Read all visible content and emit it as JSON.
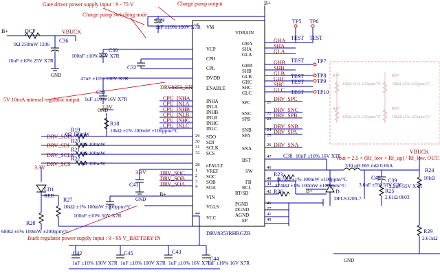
{
  "annotations": {
    "gate_supply": "Gate driver power supply input : 9 - 75 V",
    "cp_output": "Charge pump output",
    "cp_switch": "Charge pump switching node",
    "reg_output": "5V 10mA internal regulator output",
    "buck_supply": "Buck regulator power supply input : 9 - 95 V_BATTERY IN",
    "vout_formula": "Vout = 2.5 × (Rf_low + Rf_up) / Rf_low, OUT: 12V,350m"
  },
  "power": {
    "bplus": "B+",
    "vbuck": "VBUCK",
    "v3v3": "3.3V",
    "gnd": "GND"
  },
  "ic": {
    "part": "DRV8353RHRGZR",
    "pin_top": "+8",
    "left": [
      "VM",
      "VCP",
      "CPH",
      "CPL",
      "DVDD",
      "ENABLE",
      "INHA",
      "INLA",
      "INHB",
      "INLB",
      "INHC",
      "INLC",
      "SDO",
      "SDI",
      "SCLK",
      "SCS",
      "nFAULT",
      "VREF",
      "SOC",
      "SOB",
      "SOA",
      "VIN",
      "VGLS",
      "VCC"
    ],
    "left_num": [
      "29",
      "30",
      "31",
      "32",
      "28",
      "1",
      "2",
      "3",
      "4",
      "44"
    ],
    "right": [
      "VDRAIN",
      "GHA",
      "SHA",
      "GLA",
      "GHB",
      "SHB",
      "GLB",
      "GHC",
      "SHC",
      "GLC",
      "SPC",
      "SNC",
      "SPB",
      "SNB",
      "SPA",
      "SNA",
      "BST",
      "SW",
      "FB",
      "RCL",
      "RT/SD",
      "PGND",
      "DGND",
      "AGND",
      "EP"
    ],
    "right_num": [
      "21",
      "22",
      "23",
      "24",
      "25",
      "26",
      "47",
      "46",
      "48",
      "43",
      "42",
      "45",
      "27",
      "41",
      "49"
    ]
  },
  "nets": {
    "gate": [
      "GHA",
      "SHA",
      "GLA",
      "GHB",
      "SHB",
      "GLB",
      "GHC",
      "SHC",
      "GLC"
    ],
    "sense": [
      "DRV_SPC",
      "DRV_SNC",
      "DRV_SPB",
      "DRV_SNB",
      "DRV_SPA",
      "DRV_SNA"
    ],
    "left": [
      "DRV8353_EN",
      "CPU_INHA",
      "CPU_INLA",
      "CPU_INHB",
      "CPU_INLB",
      "CPU_INHC",
      "CPU_INLC",
      "DRV_SDO",
      "DRV_SDI",
      "DRV_SCLK",
      "DRV_SCS",
      "DRV_SOC",
      "DRV_SOB",
      "DRV_SOA"
    ]
  },
  "testpoints": {
    "tp5": "TP5",
    "tp6": "TP6",
    "tp7": "TP7",
    "tp8": "TP8",
    "tp9": "TP9",
    "tp10": "TP10",
    "test": "TEST"
  },
  "parts": {
    "dcp": {
      "ref": "DCP",
      "value": "0Ω 250mW 1206"
    },
    "c36": {
      "ref": "C36",
      "value": "10uF ±10% 25V X7R"
    },
    "c24": {
      "ref": "C24",
      "value": "1uF ±10% 100V X7R"
    },
    "c30": {
      "ref": "C30",
      "value": "100nF ±10% 25V X7R"
    },
    "c32": {
      "ref": "C32",
      "value": "47nF ±10% 100V X7R"
    },
    "c33": {
      "ref": "C33",
      "value": "1uF ±10% 16V X7R"
    },
    "r18": {
      "ref": "R18",
      "value": "10kΩ ±1% 100mW ±100ppm/°C"
    },
    "r19": {
      "ref": "R19",
      "value": "0Ω 100mW"
    },
    "r20": {
      "ref": "R20",
      "value": "0Ω 100mW"
    },
    "r21": {
      "ref": "R21",
      "value": "0Ω 100mW"
    },
    "r22": {
      "ref": "R22",
      "value": "0Ω 100mW"
    },
    "ld1": {
      "ref": "LD1",
      "value": "RED"
    },
    "r27": {
      "ref": "R27",
      "value": "10kΩ ±1% 100mW ±100ppm/°C"
    },
    "r28": {
      "ref": "R28",
      "value": "680Ω ±5% 100mW ±200ppm/°C"
    },
    "c41": {
      "ref": "C41",
      "value": "100nF ±10% 50V X7R"
    },
    "c42": {
      "ref": "C42",
      "value": "1uF ±10% 100V X7R"
    },
    "c45": {
      "ref": "C45",
      "value": "1uF ±10% 100V X7R"
    },
    "c43": {
      "ref": "C43",
      "value": "1uF ±10% 16V X7R"
    },
    "c44": {
      "ref": "C44",
      "value": "1uF ±10% 16V X7R"
    },
    "c38": {
      "ref": "C38",
      "value": "10nF ±10% 16V X7R"
    },
    "r23": {
      "ref": "R23",
      "value": "107kΩ ±1% 100mW ±100ppm/°C"
    },
    "r26": {
      "ref": "R26",
      "value": "274kΩ ±1% 100mW ±100ppm/°C"
    },
    "dfls": {
      "ref": "D",
      "value": "DFLS1200-7"
    },
    "inductor": {
      "value": "330 μH 865 mΩ 0.66A"
    },
    "c40": {
      "ref": "C40",
      "value": "3.6nF ±5% 50V C0G"
    },
    "c39": {
      "ref": "C39",
      "value": "2.2uF 35V X7R"
    },
    "r25": {
      "ref": "R25",
      "value": "2.61Ω 0603"
    },
    "r24": {
      "ref": "R24",
      "value": "10kΩ"
    },
    "r29": {
      "ref": "R29",
      "value": "2.61kΩ"
    }
  },
  "ghost": {
    "r47_ref": "R47",
    "r_value": "10kΩ ±1% ±25ppm/°C"
  }
}
